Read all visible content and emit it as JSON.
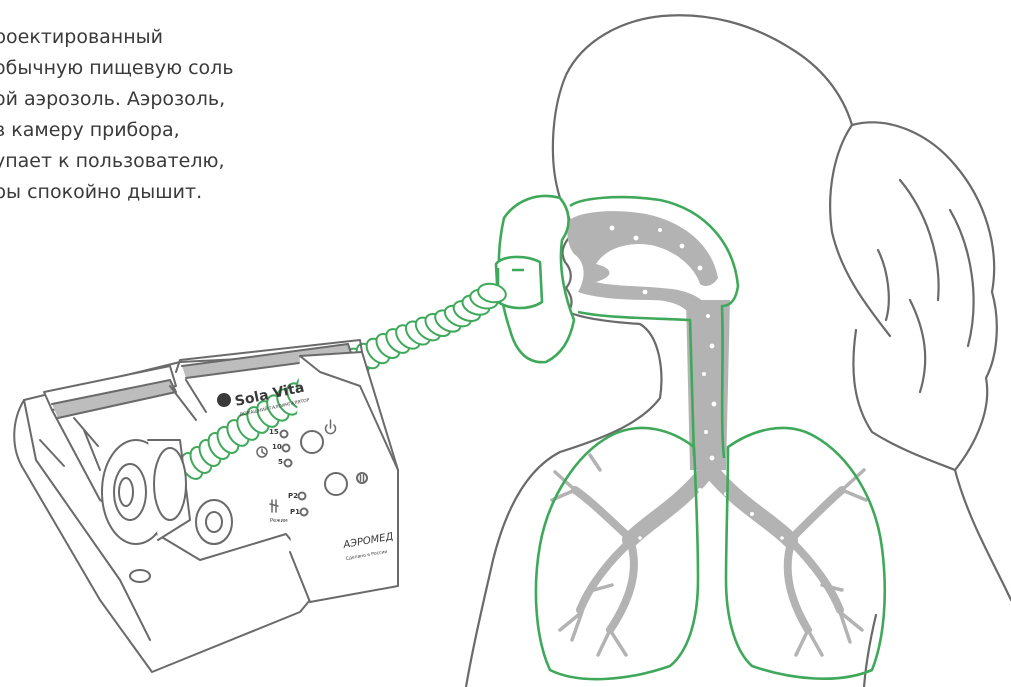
{
  "description_lines": [
    "роектированный",
    "обычную пищевую соль",
    "ой аэрозоль. Аэрозоль,",
    "в камеру прибора,",
    "упает к пользователю,",
    "ры спокойно дышит."
  ],
  "device": {
    "brand": "Sola Vita",
    "subtitle": "ДОМАШНИЙ ГАЛОИНГАЛЯТОР",
    "maker": "АЭРОМЕД",
    "made_in": "Сделано в России",
    "timer_labels": [
      "15",
      "10",
      "5"
    ],
    "mode_labels": [
      "P2",
      "P1"
    ],
    "mode_caption": "Режим"
  },
  "colors": {
    "outline": "#6a6a6a",
    "accent_green": "#3fa85a",
    "airway_gray": "#b3b3b3",
    "text": "#3a3a3a"
  },
  "icons": [
    "power-icon",
    "pause-icon",
    "timer-icon",
    "brand-logo-icon",
    "mode-icon"
  ]
}
